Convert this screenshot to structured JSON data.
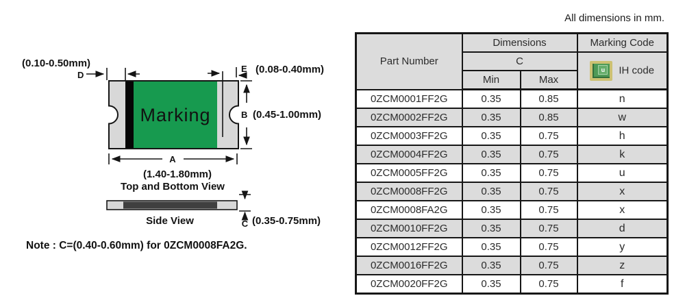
{
  "units_note": "All dimensions in mm.",
  "diagram": {
    "marking_label": "Marking",
    "dims": {
      "d": {
        "label": "D",
        "value": "(0.10-0.50mm)"
      },
      "e": {
        "label": "E",
        "value": "(0.08-0.40mm)"
      },
      "b": {
        "label": "B",
        "value": "(0.45-1.00mm)"
      },
      "a": {
        "label": "A",
        "value": "(1.40-1.80mm)"
      },
      "c": {
        "label": "C",
        "value": "(0.35-0.75mm)"
      }
    },
    "top_view_caption": "Top and Bottom View",
    "side_view_caption": "Side View",
    "note": "Note : C=(0.40-0.60mm) for 0ZCM0008FA2G."
  },
  "colors": {
    "marking_green": "#179a4f",
    "body_gray": "#d8d8d8",
    "chip_icon_green": "#4f9a57",
    "chip_icon_border": "#cdc172",
    "row_alt_gray": "#dcdcdc"
  },
  "table": {
    "headers": {
      "part_number": "Part Number",
      "dimensions": "Dimensions",
      "c": "C",
      "min": "Min",
      "max": "Max",
      "marking_code": "Marking Code",
      "ih_code": "IH code",
      "icon_letter": "u"
    },
    "rows": [
      {
        "part": "0ZCM0001FF2G",
        "min": "0.35",
        "max": "0.85",
        "code": "n"
      },
      {
        "part": "0ZCM0002FF2G",
        "min": "0.35",
        "max": "0.85",
        "code": "w"
      },
      {
        "part": "0ZCM0003FF2G",
        "min": "0.35",
        "max": "0.75",
        "code": "h"
      },
      {
        "part": "0ZCM0004FF2G",
        "min": "0.35",
        "max": "0.75",
        "code": "k"
      },
      {
        "part": "0ZCM0005FF2G",
        "min": "0.35",
        "max": "0.75",
        "code": "u"
      },
      {
        "part": "0ZCM0008FF2G",
        "min": "0.35",
        "max": "0.75",
        "code": "x"
      },
      {
        "part": "0ZCM0008FA2G",
        "min": "0.35",
        "max": "0.75",
        "code": "x"
      },
      {
        "part": "0ZCM0010FF2G",
        "min": "0.35",
        "max": "0.75",
        "code": "d"
      },
      {
        "part": "0ZCM0012FF2G",
        "min": "0.35",
        "max": "0.75",
        "code": "y"
      },
      {
        "part": "0ZCM0016FF2G",
        "min": "0.35",
        "max": "0.75",
        "code": "z"
      },
      {
        "part": "0ZCM0020FF2G",
        "min": "0.35",
        "max": "0.75",
        "code": "f"
      }
    ]
  }
}
